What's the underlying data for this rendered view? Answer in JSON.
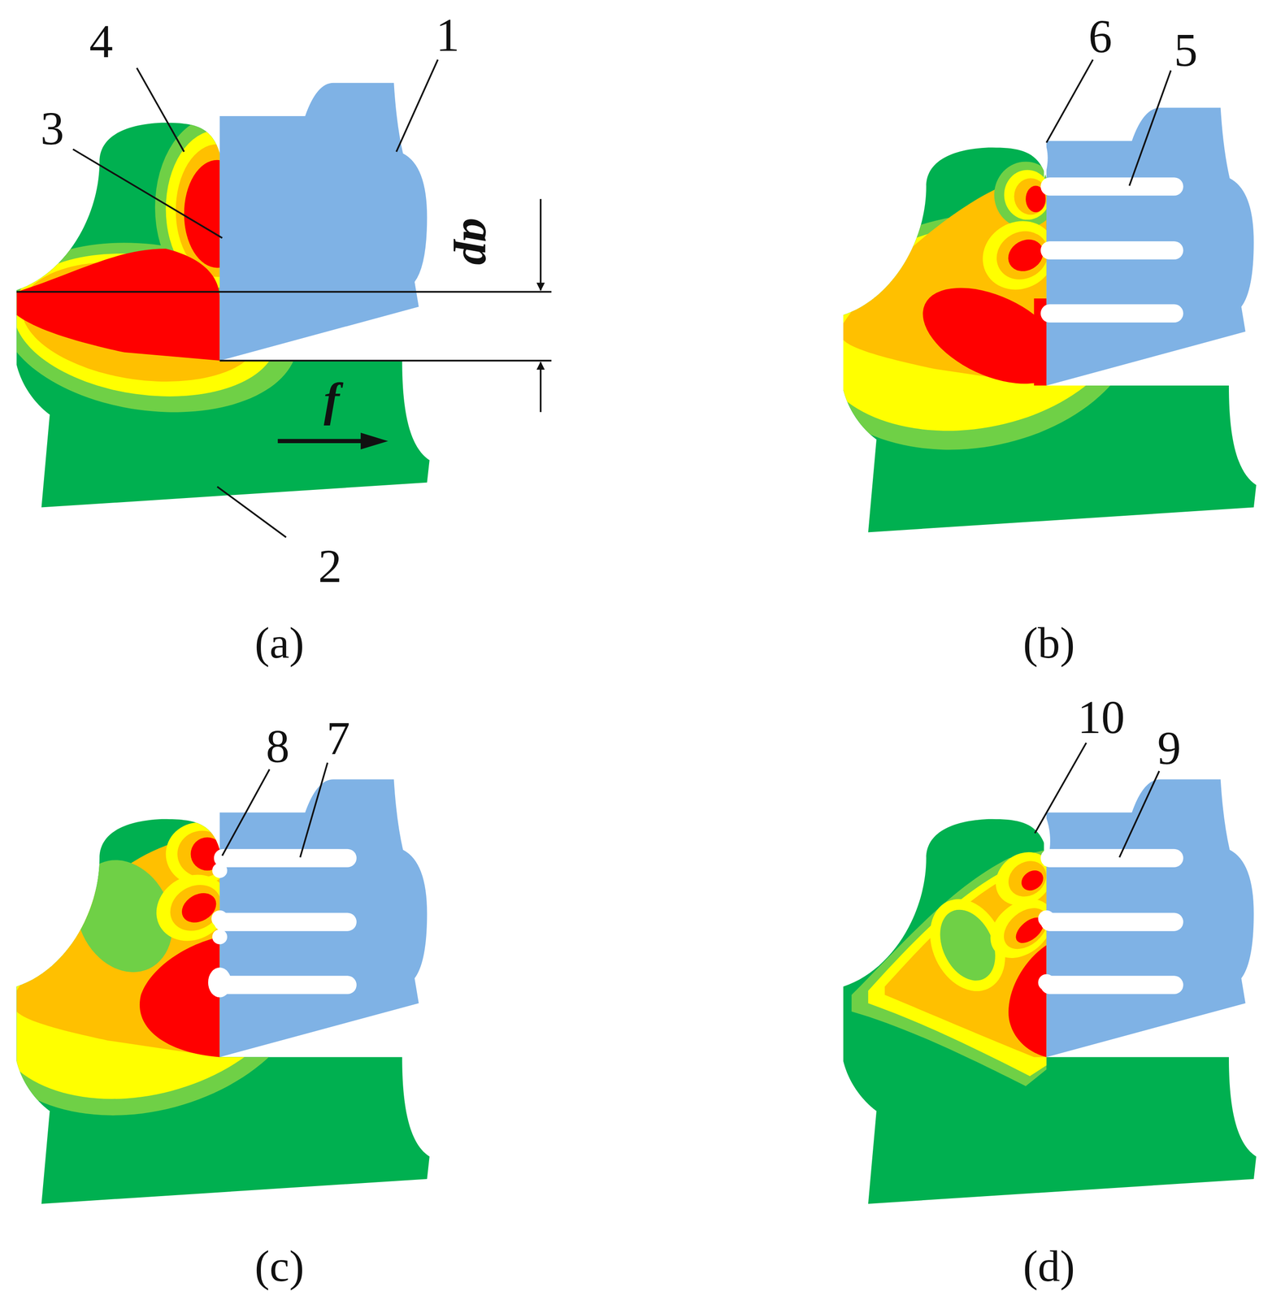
{
  "diagram": {
    "labels": [
      "1",
      "2",
      "3",
      "4",
      "ap",
      "f",
      "(a)",
      "6",
      "5",
      "(b)",
      "8",
      "7",
      "(c)",
      "10",
      "9",
      "(d)"
    ]
  }
}
